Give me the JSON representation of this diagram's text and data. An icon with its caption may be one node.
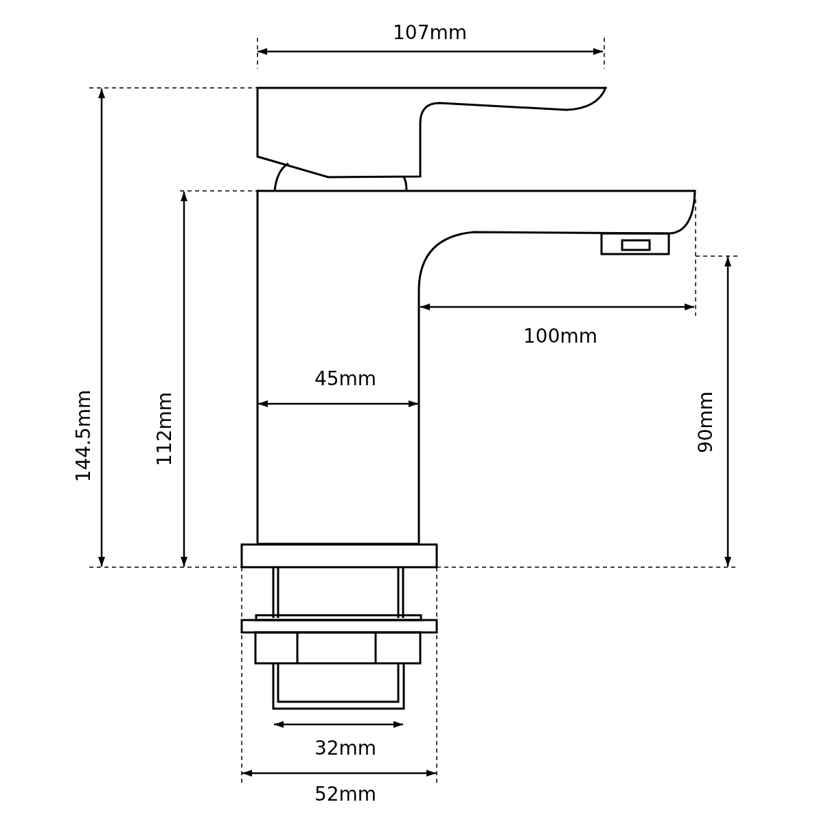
{
  "diagram": {
    "labels": [
      "107mm",
      "100mm",
      "45mm",
      "144.5mm",
      "112mm",
      "90mm",
      "32mm",
      "52mm"
    ]
  }
}
